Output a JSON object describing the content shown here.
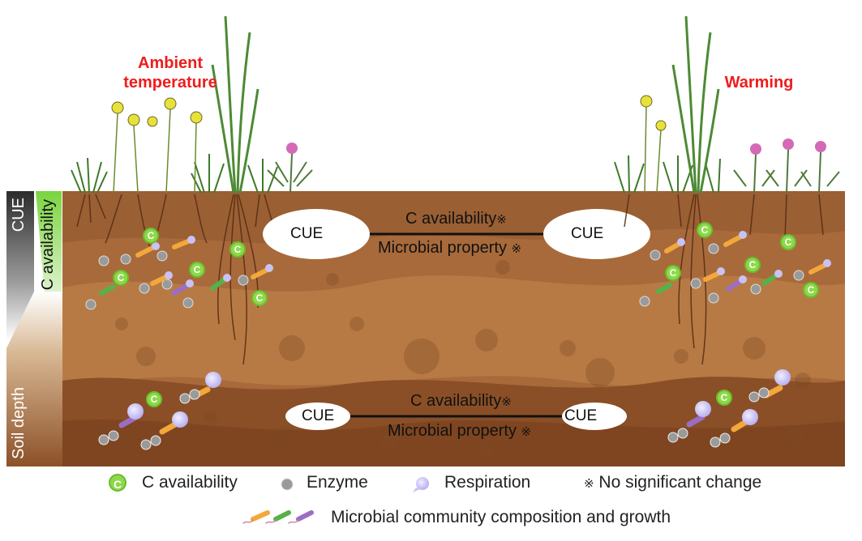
{
  "titles": {
    "left": "Ambient\ntemperature",
    "left_line1": "Ambient",
    "left_line2": "temperature",
    "right": "Warming"
  },
  "axis": {
    "cue": "CUE",
    "c_availability": "C availability",
    "soil_depth": "Soil depth"
  },
  "top_layer": {
    "left_oval": "CUE",
    "right_oval": "CUE",
    "upper_label": "C availability",
    "lower_label": "Microbial property"
  },
  "bottom_layer": {
    "left_oval": "CUE",
    "right_oval": "CUE",
    "upper_label": "C availability",
    "lower_label": "Microbial property"
  },
  "marker": "※",
  "c_symbol": "C",
  "legend": {
    "c_availability": "C availability",
    "enzyme": "Enzyme",
    "respiration": "Respiration",
    "no_change": "No significant change",
    "microbial": "Microbial community composition and growth"
  },
  "colors": {
    "title_red": "#ee1c1c",
    "soil_top": "#a8683a",
    "soil_mid": "#b9783f",
    "soil_bottom": "#8c5128",
    "c_green": "#8dd94a"
  }
}
